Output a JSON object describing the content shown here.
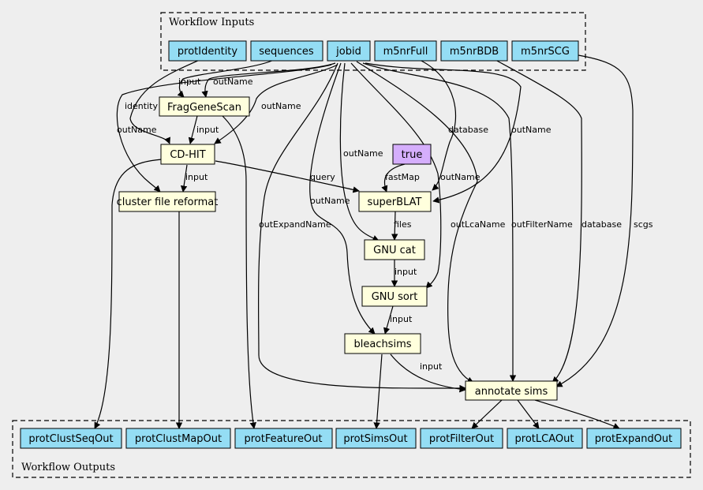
{
  "clusters": {
    "inputs": "Workflow Inputs",
    "outputs": "Workflow Outputs"
  },
  "colors": {
    "background": "#eeeeee",
    "io_node": "#94ddf4",
    "step_node": "#ffffdd",
    "constant_node": "#d5aefc"
  },
  "inputs": [
    "protIdentity",
    "sequences",
    "jobid",
    "m5nrFull",
    "m5nrBDB",
    "m5nrSCG"
  ],
  "steps": [
    "FragGeneScan",
    "CD-HIT",
    "cluster file reformat",
    "superBLAT",
    "GNU cat",
    "GNU sort",
    "bleachsims",
    "annotate sims"
  ],
  "constants": [
    "true"
  ],
  "outputs": [
    "protClustSeqOut",
    "protClustMapOut",
    "protFeatureOut",
    "protSimsOut",
    "protFilterOut",
    "protLCAOut",
    "protExpandOut"
  ],
  "edge_labels": [
    "input",
    "outName",
    "identity",
    "outName",
    "outName",
    "input",
    "input",
    "query",
    "fastMap",
    "database",
    "outName",
    "outName",
    "outName",
    "outName",
    "files",
    "outExpandName",
    "outLcaName",
    "outFilterName",
    "database",
    "scgs",
    "input",
    "input",
    "input"
  ]
}
